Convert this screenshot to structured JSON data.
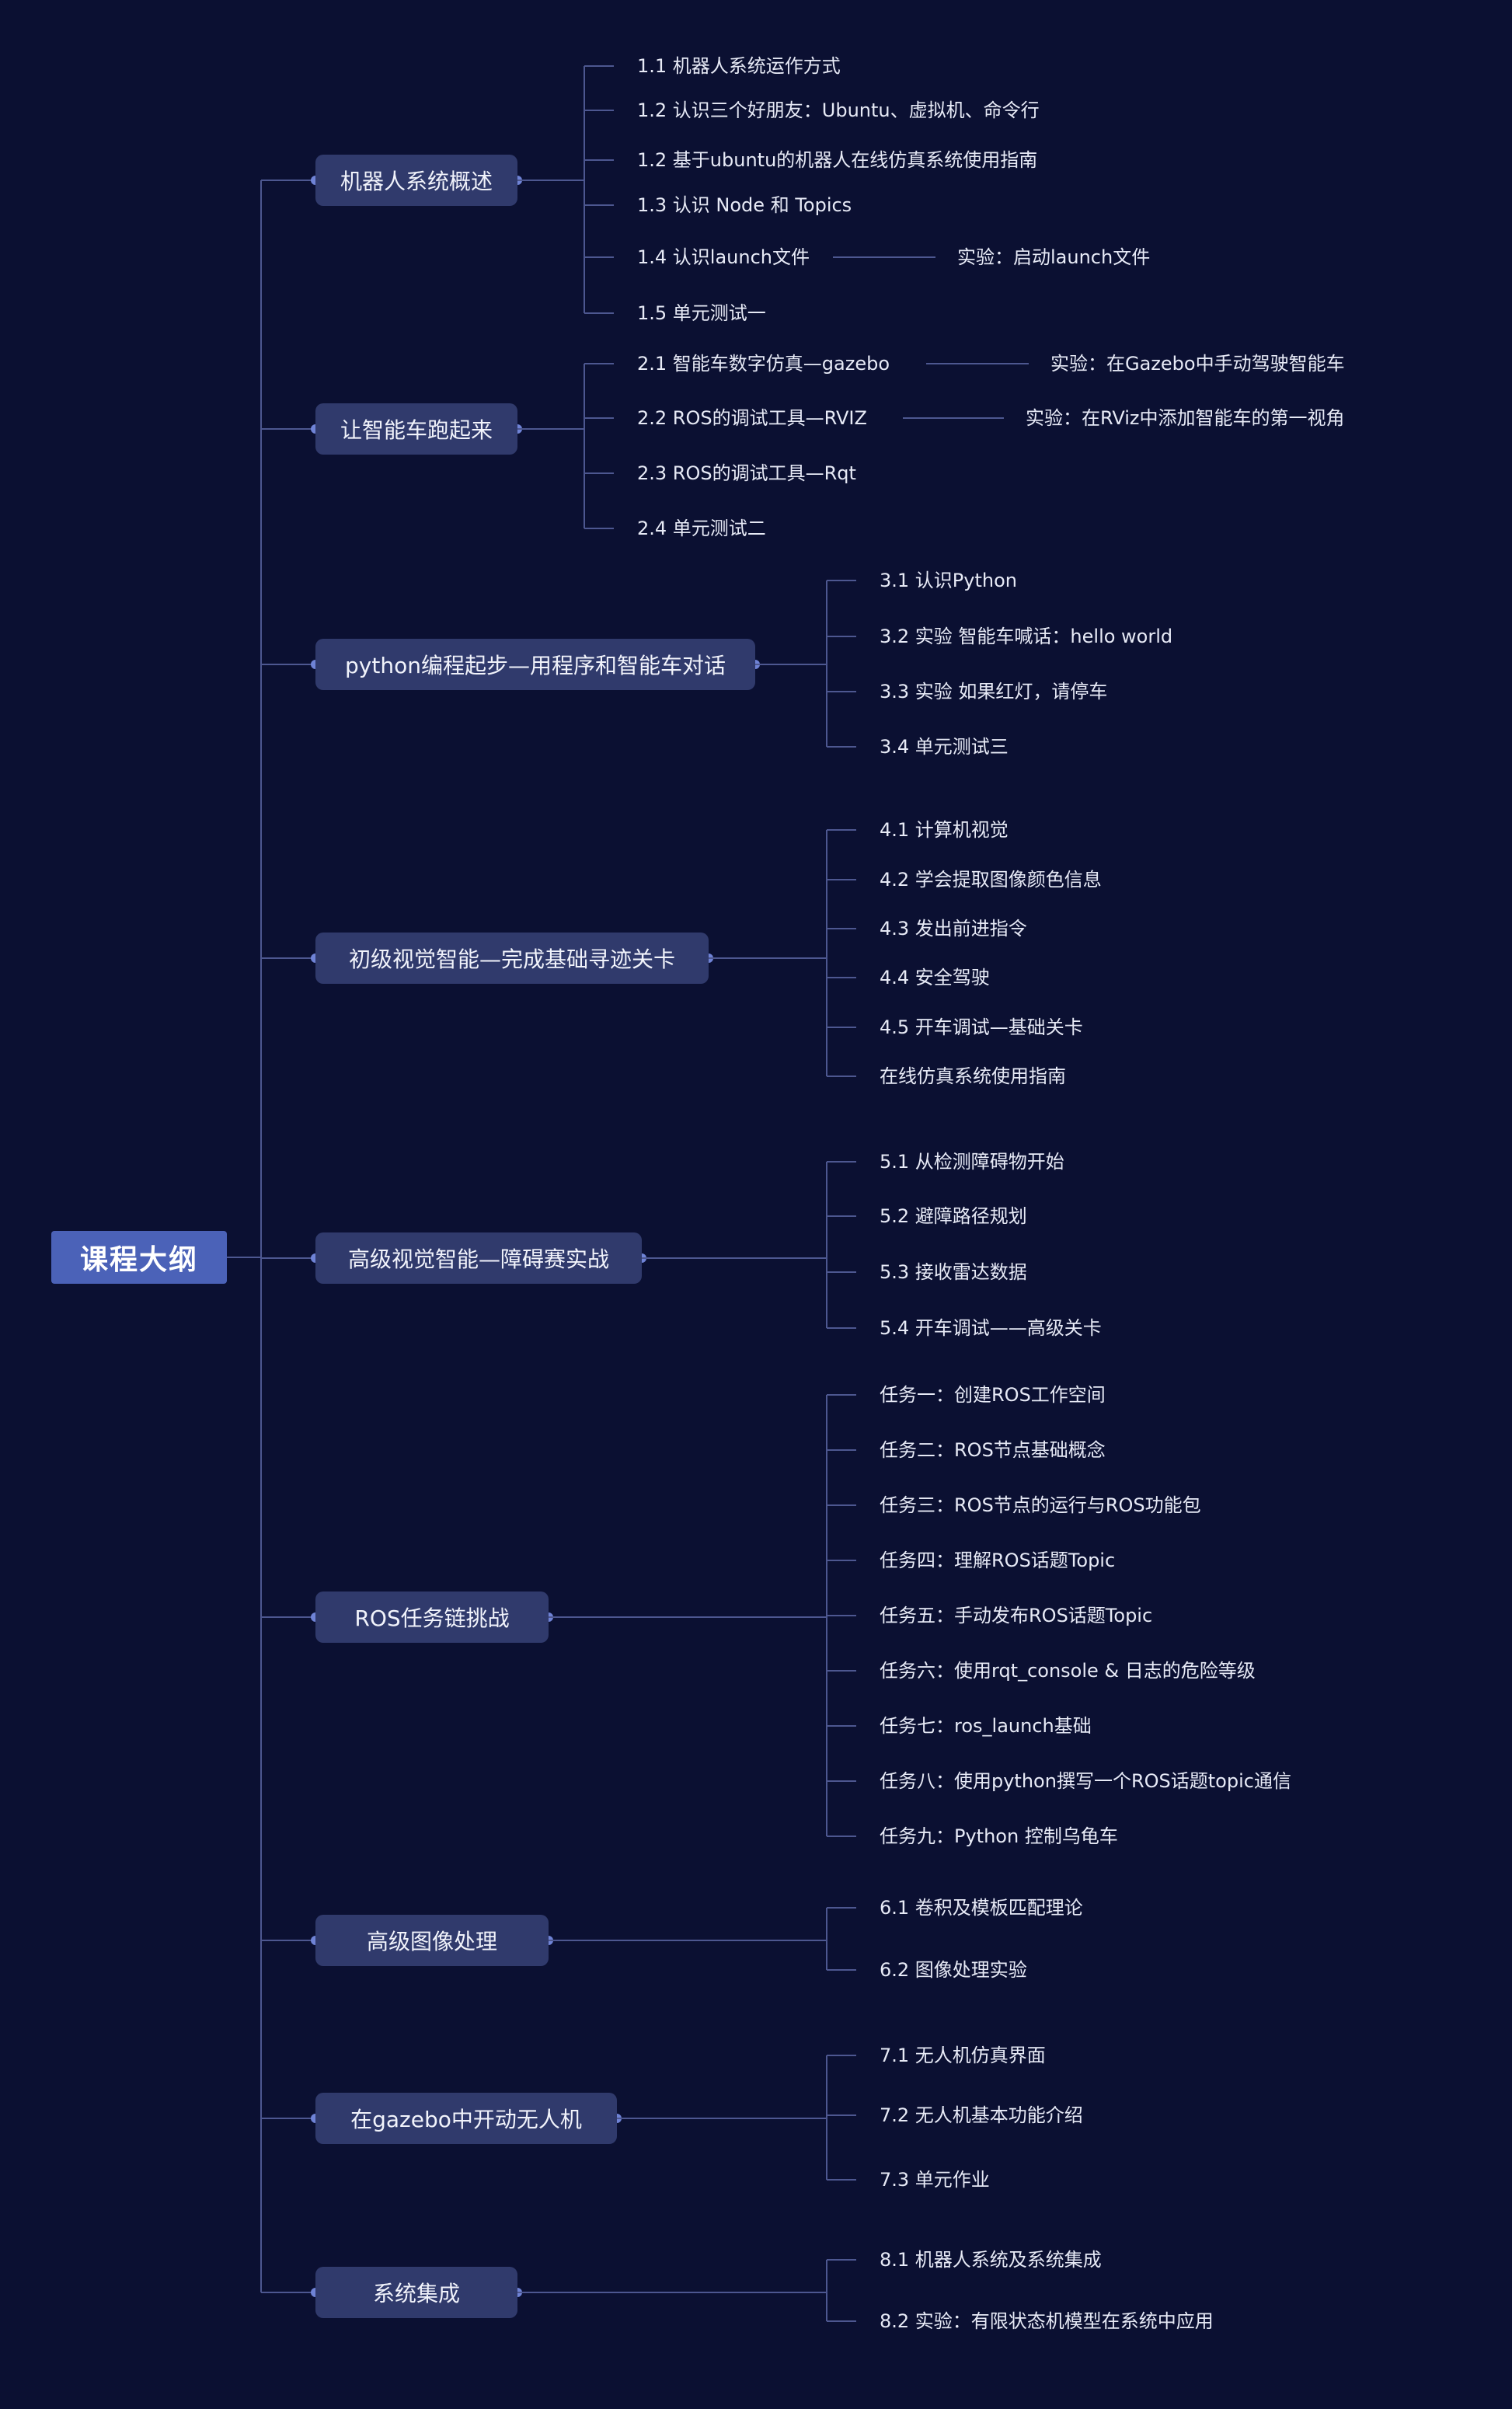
{
  "root": {
    "label": "课程大纲"
  },
  "colors": {
    "background": "#0b1032",
    "root_fill": "#4b62b8",
    "branch_fill": "#303a6c",
    "connector": "#4d5790",
    "dot": "#6f83d6"
  },
  "branches": [
    {
      "label": "机器人系统概述",
      "leaves": [
        {
          "label": "1.1 机器人系统运作方式"
        },
        {
          "label": "1.2 认识三个好朋友：Ubuntu、虚拟机、命令行"
        },
        {
          "label": "1.2 基于ubuntu的机器人在线仿真系统使用指南"
        },
        {
          "label": "1.3 认识 Node 和 Topics"
        },
        {
          "label": "1.4 认识launch文件",
          "extra": "实验：启动launch文件"
        },
        {
          "label": "1.5 单元测试一"
        }
      ]
    },
    {
      "label": "让智能车跑起来",
      "leaves": [
        {
          "label": "2.1 智能车数字仿真—gazebo",
          "extra": "实验：在Gazebo中手动驾驶智能车"
        },
        {
          "label": "2.2 ROS的调试工具—RVIZ",
          "extra": "实验：在RViz中添加智能车的第一视角"
        },
        {
          "label": "2.3 ROS的调试工具—Rqt"
        },
        {
          "label": "2.4 单元测试二"
        }
      ]
    },
    {
      "label": "python编程起步—用程序和智能车对话",
      "leaves": [
        {
          "label": "3.1 认识Python"
        },
        {
          "label": "3.2 实验 智能车喊话：hello world"
        },
        {
          "label": "3.3 实验 如果红灯，请停车"
        },
        {
          "label": "3.4 单元测试三"
        }
      ]
    },
    {
      "label": "初级视觉智能—完成基础寻迹关卡",
      "leaves": [
        {
          "label": "4.1 计算机视觉"
        },
        {
          "label": "4.2 学会提取图像颜色信息"
        },
        {
          "label": "4.3 发出前进指令"
        },
        {
          "label": "4.4 安全驾驶"
        },
        {
          "label": "4.5 开车调试—基础关卡"
        },
        {
          "label": "在线仿真系统使用指南"
        }
      ]
    },
    {
      "label": "高级视觉智能—障碍赛实战",
      "leaves": [
        {
          "label": "5.1 从检测障碍物开始"
        },
        {
          "label": "5.2 避障路径规划"
        },
        {
          "label": "5.3 接收雷达数据"
        },
        {
          "label": "5.4 开车调试——高级关卡"
        }
      ]
    },
    {
      "label": "ROS任务链挑战",
      "leaves": [
        {
          "label": "任务一：创建ROS工作空间"
        },
        {
          "label": "任务二：ROS节点基础概念"
        },
        {
          "label": "任务三：ROS节点的运行与ROS功能包"
        },
        {
          "label": "任务四：理解ROS话题Topic"
        },
        {
          "label": "任务五：手动发布ROS话题Topic"
        },
        {
          "label": "任务六：使用rqt_console & 日志的危险等级"
        },
        {
          "label": "任务七：ros_launch基础"
        },
        {
          "label": "任务八：使用python撰写一个ROS话题topic通信"
        },
        {
          "label": "任务九：Python 控制乌龟车"
        }
      ]
    },
    {
      "label": "高级图像处理",
      "leaves": [
        {
          "label": "6.1 卷积及模板匹配理论"
        },
        {
          "label": "6.2 图像处理实验"
        }
      ]
    },
    {
      "label": "在gazebo中开动无人机",
      "leaves": [
        {
          "label": "7.1 无人机仿真界面"
        },
        {
          "label": "7.2 无人机基本功能介绍"
        },
        {
          "label": "7.3 单元作业"
        }
      ]
    },
    {
      "label": "系统集成",
      "leaves": [
        {
          "label": "8.1 机器人系统及系统集成"
        },
        {
          "label": "8.2 实验：有限状态机模型在系统中应用"
        }
      ]
    }
  ]
}
